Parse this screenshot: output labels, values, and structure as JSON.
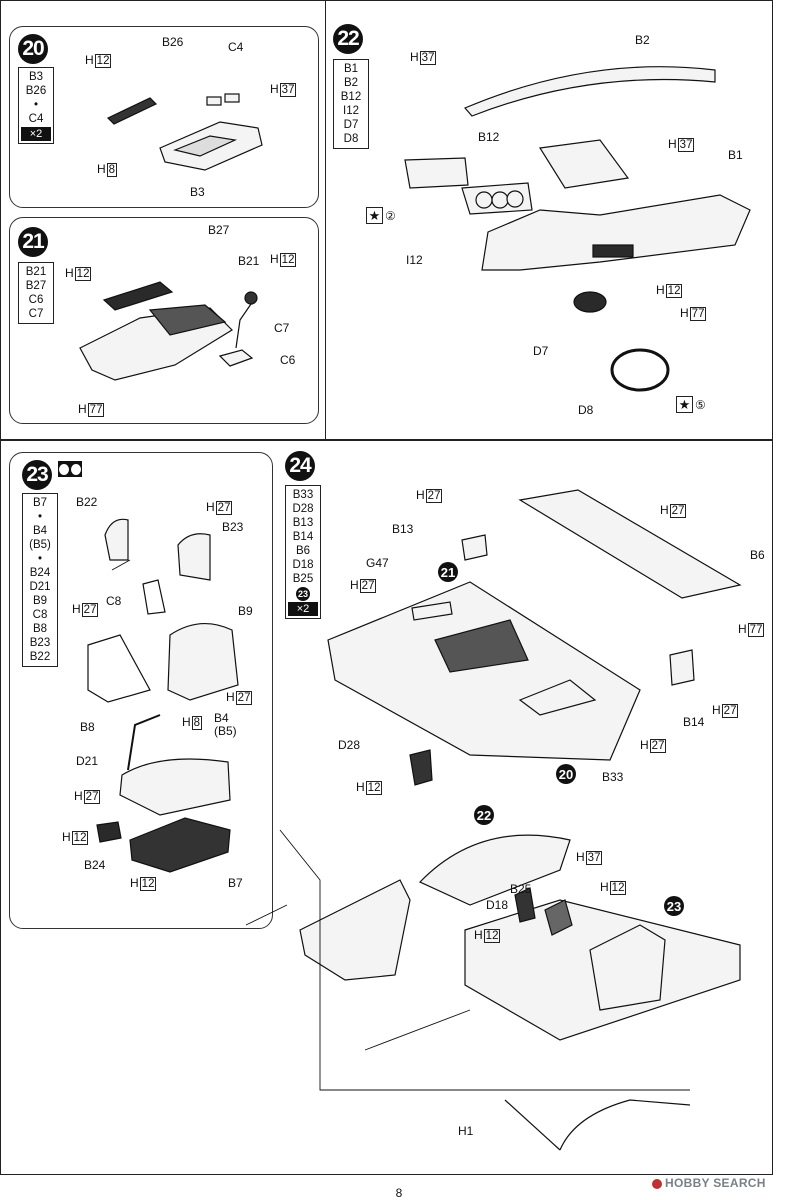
{
  "page": {
    "number": "8"
  },
  "watermark": {
    "text": "HOBBY SEARCH",
    "icon": "hobby-search-logo-icon"
  },
  "colors": {
    "ink": "#111111",
    "paint_fill": "#2a2a2a",
    "part_fill": "#f4f4f4"
  },
  "steps": {
    "s20": {
      "number": "20",
      "parts": [
        "B3",
        "B26",
        "•",
        "C4"
      ],
      "multiplier": "×2",
      "labels": {
        "b26": "B26",
        "c4": "C4",
        "b3": "B3"
      },
      "paints": {
        "h12": "12",
        "h8": "8",
        "h37": "37"
      }
    },
    "s21": {
      "number": "21",
      "parts": [
        "B21",
        "B27",
        "C6",
        "C7"
      ],
      "labels": {
        "b27": "B27",
        "b21": "B21",
        "c7": "C7",
        "c6": "C6"
      },
      "paints": {
        "h12a": "12",
        "h12b": "12",
        "h77": "77"
      }
    },
    "s22": {
      "number": "22",
      "parts": [
        "B1",
        "B2",
        "B12",
        "I12",
        "D7",
        "D8"
      ],
      "labels": {
        "b2": "B2",
        "b12": "B12",
        "b1": "B1",
        "i12": "I12",
        "d7": "D7",
        "d8": "D8"
      },
      "paints": {
        "h37a": "37",
        "h37b": "37",
        "h12": "12",
        "h77": "77"
      },
      "decals": {
        "d2": "②",
        "d5": "⑤"
      }
    },
    "s23": {
      "number": "23",
      "parts": [
        "B7",
        "•",
        "B4",
        "(B5)",
        "•",
        "B24",
        "D21",
        "B9",
        "C8",
        "B8",
        "B23",
        "B22"
      ],
      "labels": {
        "b22": "B22",
        "b23": "B23",
        "c8": "C8",
        "b9": "B9",
        "b8": "B8",
        "b4": "B4",
        "b5": "(B5)",
        "d21": "D21",
        "b24": "B24",
        "b7": "B7"
      },
      "paints": {
        "h27a": "27",
        "h27b": "27",
        "h27c": "27",
        "h27d": "27",
        "h8": "8",
        "h12a": "12",
        "h12b": "12"
      }
    },
    "s24": {
      "number": "24",
      "parts": [
        "B33",
        "D28",
        "B13",
        "B14",
        "B6",
        "D18",
        "B25"
      ],
      "sub_step": "23",
      "multiplier": "×2",
      "labels": {
        "b13": "B13",
        "g47": "G47",
        "b6": "B6",
        "d28": "D28",
        "b14": "B14",
        "b33": "B33",
        "ref21": "21",
        "ref20": "20"
      },
      "paints": {
        "h27a": "27",
        "h27b": "27",
        "h27c": "27",
        "h27d": "27",
        "h27e": "27",
        "h77": "77",
        "h12": "12"
      }
    },
    "assembly": {
      "refs": {
        "r22": "22",
        "r23": "23"
      },
      "labels": {
        "d18": "D18",
        "b25": "B25",
        "h1": "H1"
      },
      "paints": {
        "h37": "37",
        "h12a": "12",
        "h12b": "12"
      }
    }
  }
}
